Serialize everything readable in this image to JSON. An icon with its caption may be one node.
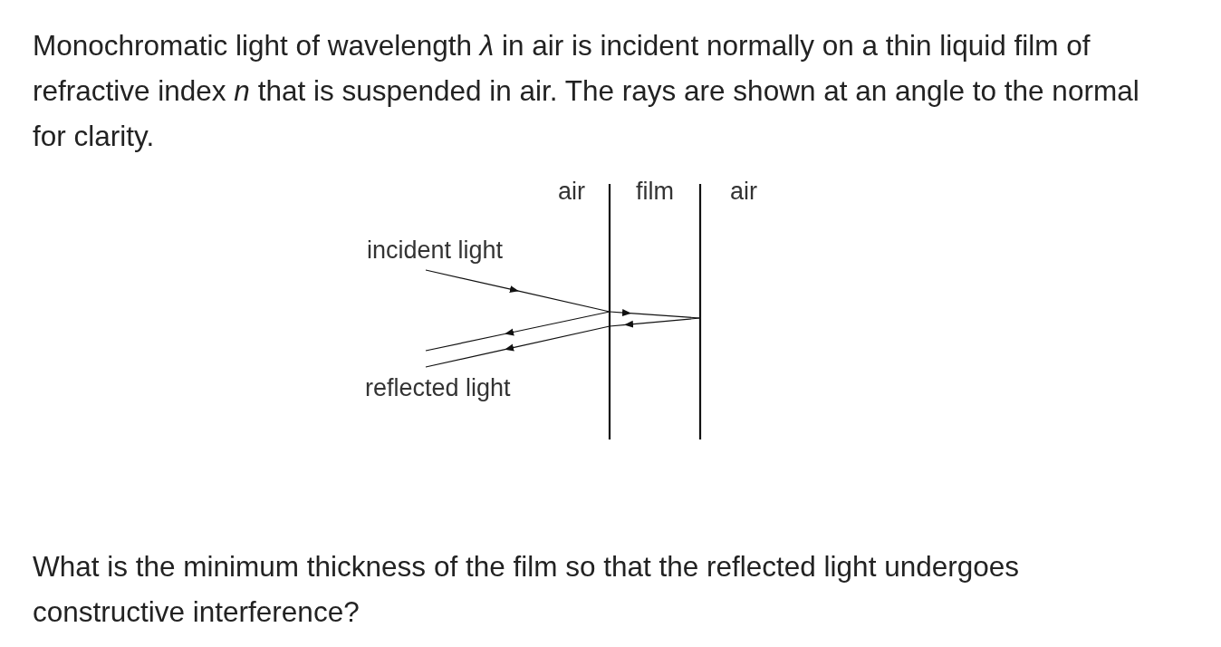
{
  "diagram": {
    "title": "Monochromatic light of wavelength *λ* in air is incident normally on a thin liquid film of refractive index *n* that is suspended in air. The rays are shown at an angle to the normal for clarity.",
    "caption": "What is the minimum thickness of the film so that the reflected light undergoes constructive interference?",
    "labels": [
      "air",
      "film",
      "air",
      "incident light",
      "reflected light"
    ]
  }
}
